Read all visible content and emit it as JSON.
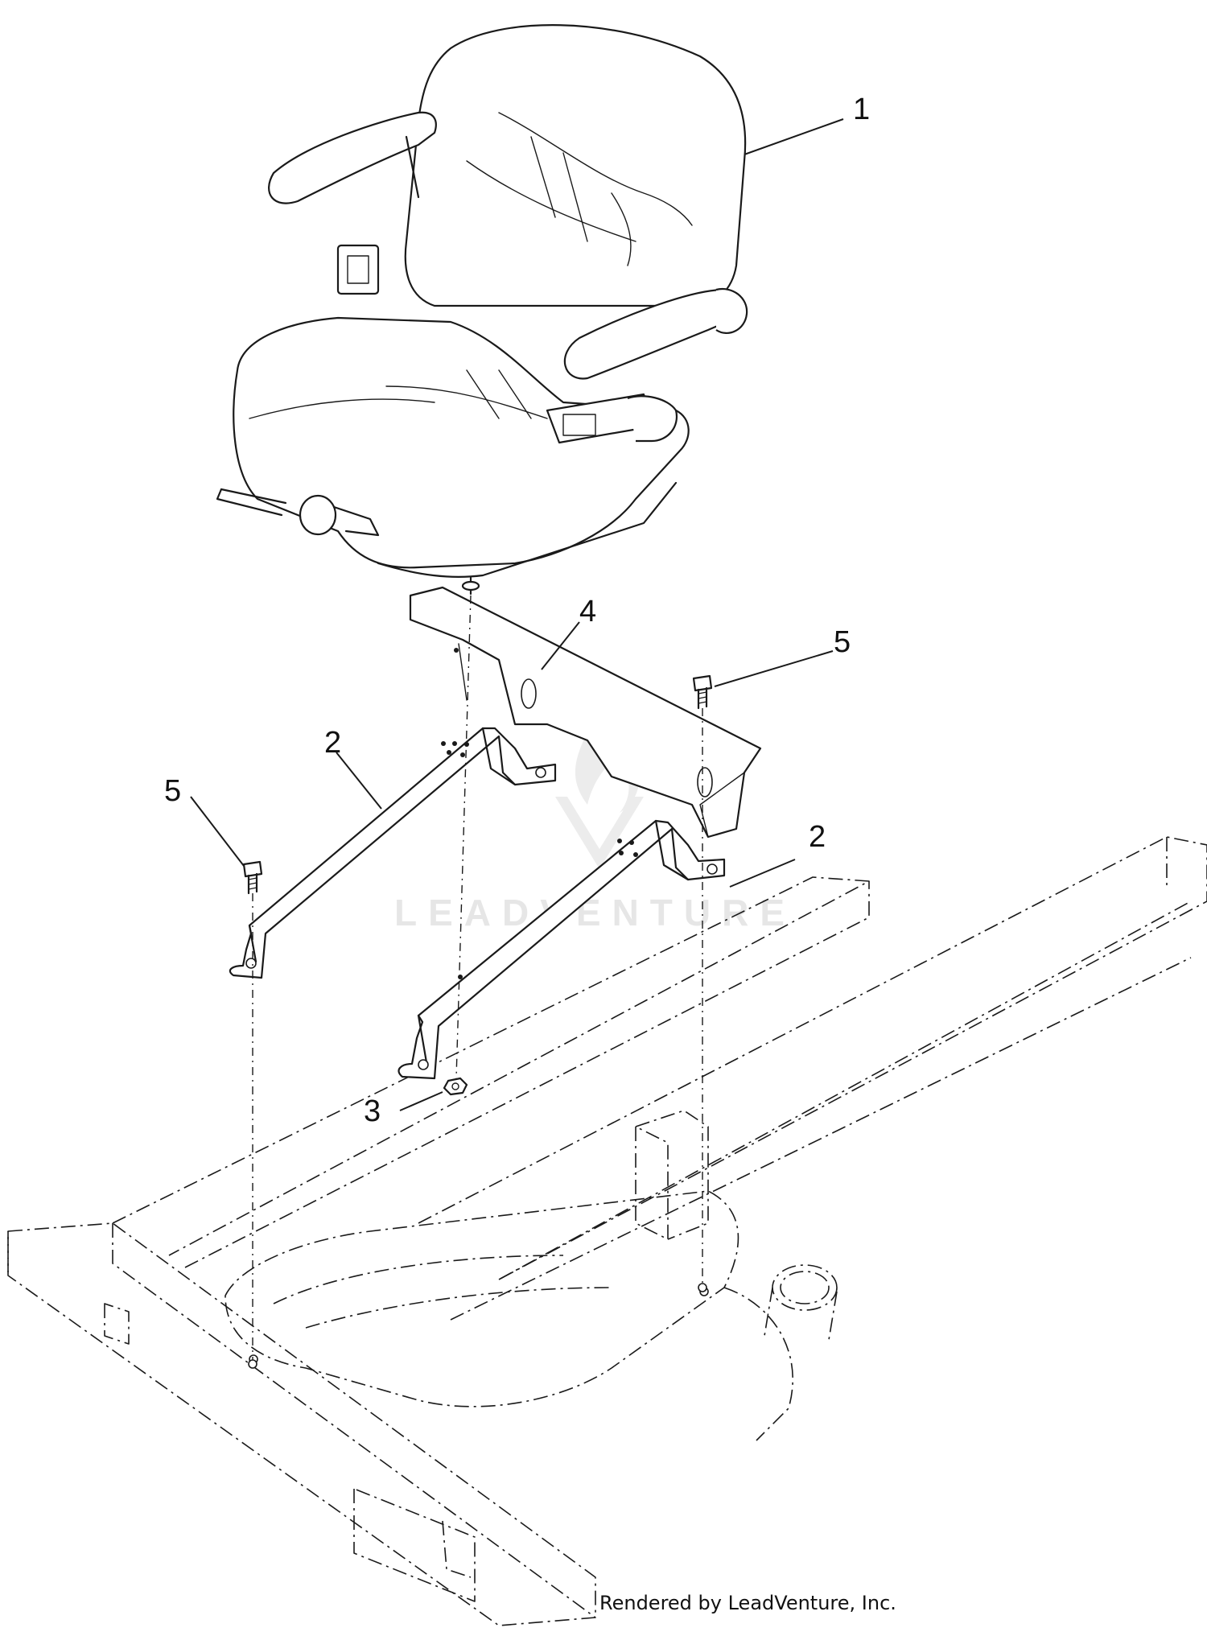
{
  "diagram": {
    "watermark": "LEADVENTURE",
    "credit": "Rendered by LeadVenture, Inc.",
    "callouts": [
      {
        "id": "c1",
        "label": "1"
      },
      {
        "id": "c2a",
        "label": "2"
      },
      {
        "id": "c2b",
        "label": "2"
      },
      {
        "id": "c3",
        "label": "3"
      },
      {
        "id": "c4",
        "label": "4"
      },
      {
        "id": "c5a",
        "label": "5"
      },
      {
        "id": "c5b",
        "label": "5"
      }
    ]
  }
}
